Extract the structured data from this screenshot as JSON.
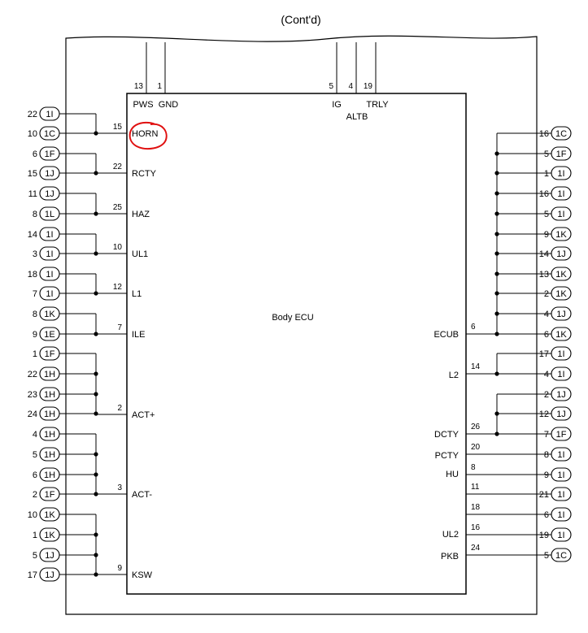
{
  "title": "(Cont'd)",
  "ecu_name": "Body ECU",
  "top_pins": [
    {
      "num": "13",
      "label": "PWS"
    },
    {
      "num": "1",
      "label": "GND"
    },
    {
      "num": "5",
      "label": "IG"
    },
    {
      "num": "4",
      "label": "ALTB"
    },
    {
      "num": "19",
      "label": "TRLY"
    }
  ],
  "left_pins": [
    {
      "num": "15",
      "label": "HORN",
      "circled": true
    },
    {
      "num": "22",
      "label": "RCTY"
    },
    {
      "num": "25",
      "label": "HAZ"
    },
    {
      "num": "10",
      "label": "UL1"
    },
    {
      "num": "12",
      "label": "L1"
    },
    {
      "num": "7",
      "label": "ILE"
    },
    {
      "num": "2",
      "label": "ACT+"
    },
    {
      "num": "3",
      "label": "ACT-"
    },
    {
      "num": "9",
      "label": "KSW"
    }
  ],
  "left_connectors": [
    {
      "num": "22",
      "conn": "1I"
    },
    {
      "num": "10",
      "conn": "1C"
    },
    {
      "num": "6",
      "conn": "1F"
    },
    {
      "num": "15",
      "conn": "1J"
    },
    {
      "num": "11",
      "conn": "1J"
    },
    {
      "num": "8",
      "conn": "1L"
    },
    {
      "num": "14",
      "conn": "1I"
    },
    {
      "num": "3",
      "conn": "1I"
    },
    {
      "num": "18",
      "conn": "1I"
    },
    {
      "num": "7",
      "conn": "1I"
    },
    {
      "num": "8",
      "conn": "1K"
    },
    {
      "num": "9",
      "conn": "1E"
    },
    {
      "num": "1",
      "conn": "1F"
    },
    {
      "num": "22",
      "conn": "1H"
    },
    {
      "num": "23",
      "conn": "1H"
    },
    {
      "num": "24",
      "conn": "1H"
    },
    {
      "num": "4",
      "conn": "1H"
    },
    {
      "num": "5",
      "conn": "1H"
    },
    {
      "num": "6",
      "conn": "1H"
    },
    {
      "num": "2",
      "conn": "1F"
    },
    {
      "num": "10",
      "conn": "1K"
    },
    {
      "num": "1",
      "conn": "1K"
    },
    {
      "num": "5",
      "conn": "1J"
    },
    {
      "num": "17",
      "conn": "1J"
    }
  ],
  "right_pins": [
    {
      "num": "6",
      "label": "ECUB"
    },
    {
      "num": "14",
      "label": "L2"
    },
    {
      "num": "26",
      "label": "DCTY"
    },
    {
      "num": "20",
      "label": "PCTY"
    },
    {
      "num": "8",
      "label": "HU"
    },
    {
      "num": "11",
      "label": ""
    },
    {
      "num": "18",
      "label": ""
    },
    {
      "num": "16",
      "label": "UL2"
    },
    {
      "num": "24",
      "label": "PKB"
    }
  ],
  "right_connectors": [
    {
      "num": "16",
      "conn": "1C"
    },
    {
      "num": "5",
      "conn": "1F"
    },
    {
      "num": "1",
      "conn": "1I"
    },
    {
      "num": "16",
      "conn": "1I"
    },
    {
      "num": "5",
      "conn": "1I"
    },
    {
      "num": "9",
      "conn": "1K"
    },
    {
      "num": "14",
      "conn": "1J"
    },
    {
      "num": "13",
      "conn": "1K"
    },
    {
      "num": "2",
      "conn": "1K"
    },
    {
      "num": "4",
      "conn": "1J"
    },
    {
      "num": "6",
      "conn": "1K"
    },
    {
      "num": "17",
      "conn": "1I"
    },
    {
      "num": "4",
      "conn": "1I"
    },
    {
      "num": "2",
      "conn": "1J"
    },
    {
      "num": "12",
      "conn": "1J"
    },
    {
      "num": "7",
      "conn": "1F"
    },
    {
      "num": "8",
      "conn": "1I"
    },
    {
      "num": "9",
      "conn": "1I"
    },
    {
      "num": "21",
      "conn": "1I"
    },
    {
      "num": "6",
      "conn": "1I"
    },
    {
      "num": "19",
      "conn": "1I"
    },
    {
      "num": "5",
      "conn": "1C"
    }
  ],
  "colors": {
    "line": "#000000",
    "highlight": "#e01010",
    "background": "#ffffff"
  }
}
